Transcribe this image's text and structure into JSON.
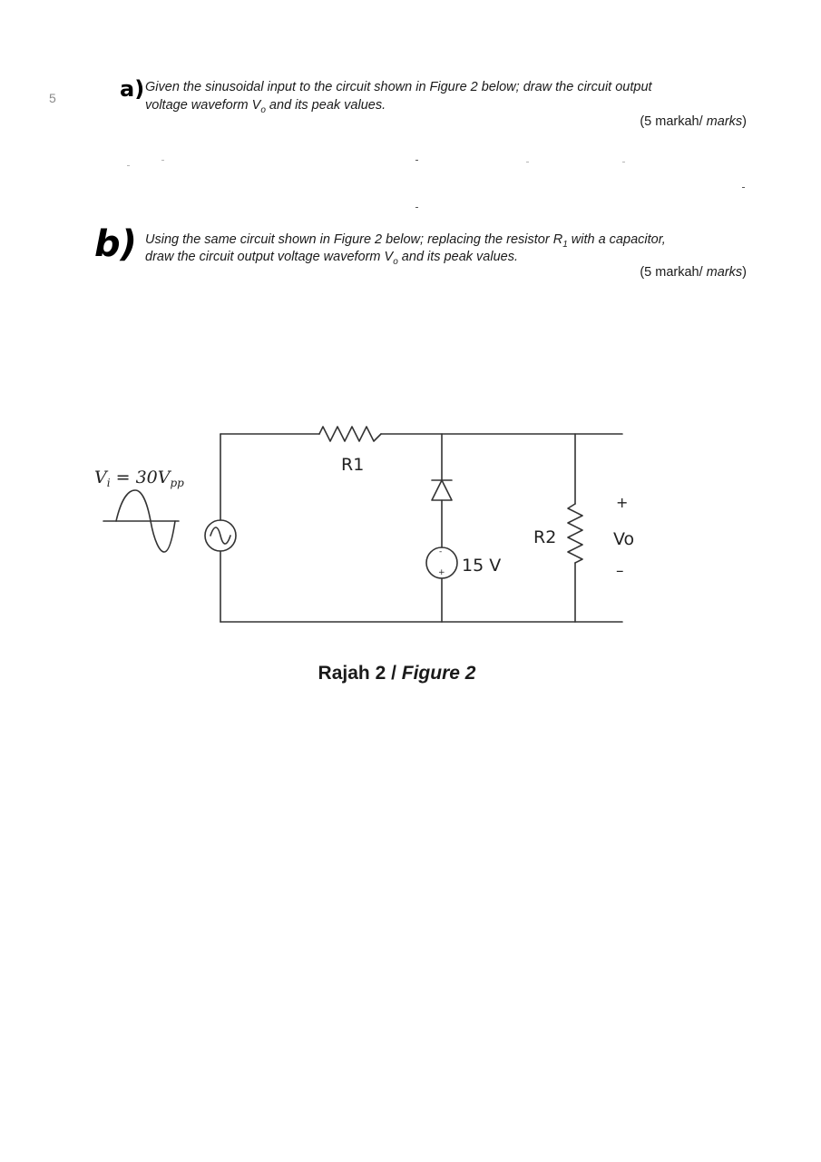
{
  "page": {
    "margin_mark": "5"
  },
  "question_a": {
    "letter": "a)",
    "line1": "Given the sinusoidal input to the circuit shown in Figure 2 below; draw the circuit output",
    "line2_before": "voltage waveform V",
    "line2_sub": "o",
    "line2_after": " and its peak values.",
    "marks_ms": "(5 markah/ ",
    "marks_en": "marks",
    "marks_close": ")"
  },
  "question_b": {
    "letter": "b)",
    "line1_before": "Using the same circuit shown in Figure 2 below; replacing the resistor R",
    "line1_sub": "1",
    "line1_after": " with a capacitor,",
    "line2_before": "draw the circuit output voltage waveform V",
    "line2_sub": "o",
    "line2_after": " and its peak values.",
    "marks_ms": "(5 markah/ ",
    "marks_en": "marks",
    "marks_close": ")"
  },
  "circuit": {
    "vi_label": "V",
    "vi_sub": "i",
    "vi_eq": " = 30V",
    "vi_unit_sub": "pp",
    "r1_label": "R1",
    "r2_label": "R2",
    "dc_source_label": "15 V",
    "dc_minus": "-",
    "dc_plus": "+",
    "vo_label": "Vo",
    "vo_plus": "+",
    "vo_minus": "–"
  },
  "figure_caption": {
    "ms": "Rajah 2 / ",
    "en": "Figure 2"
  }
}
